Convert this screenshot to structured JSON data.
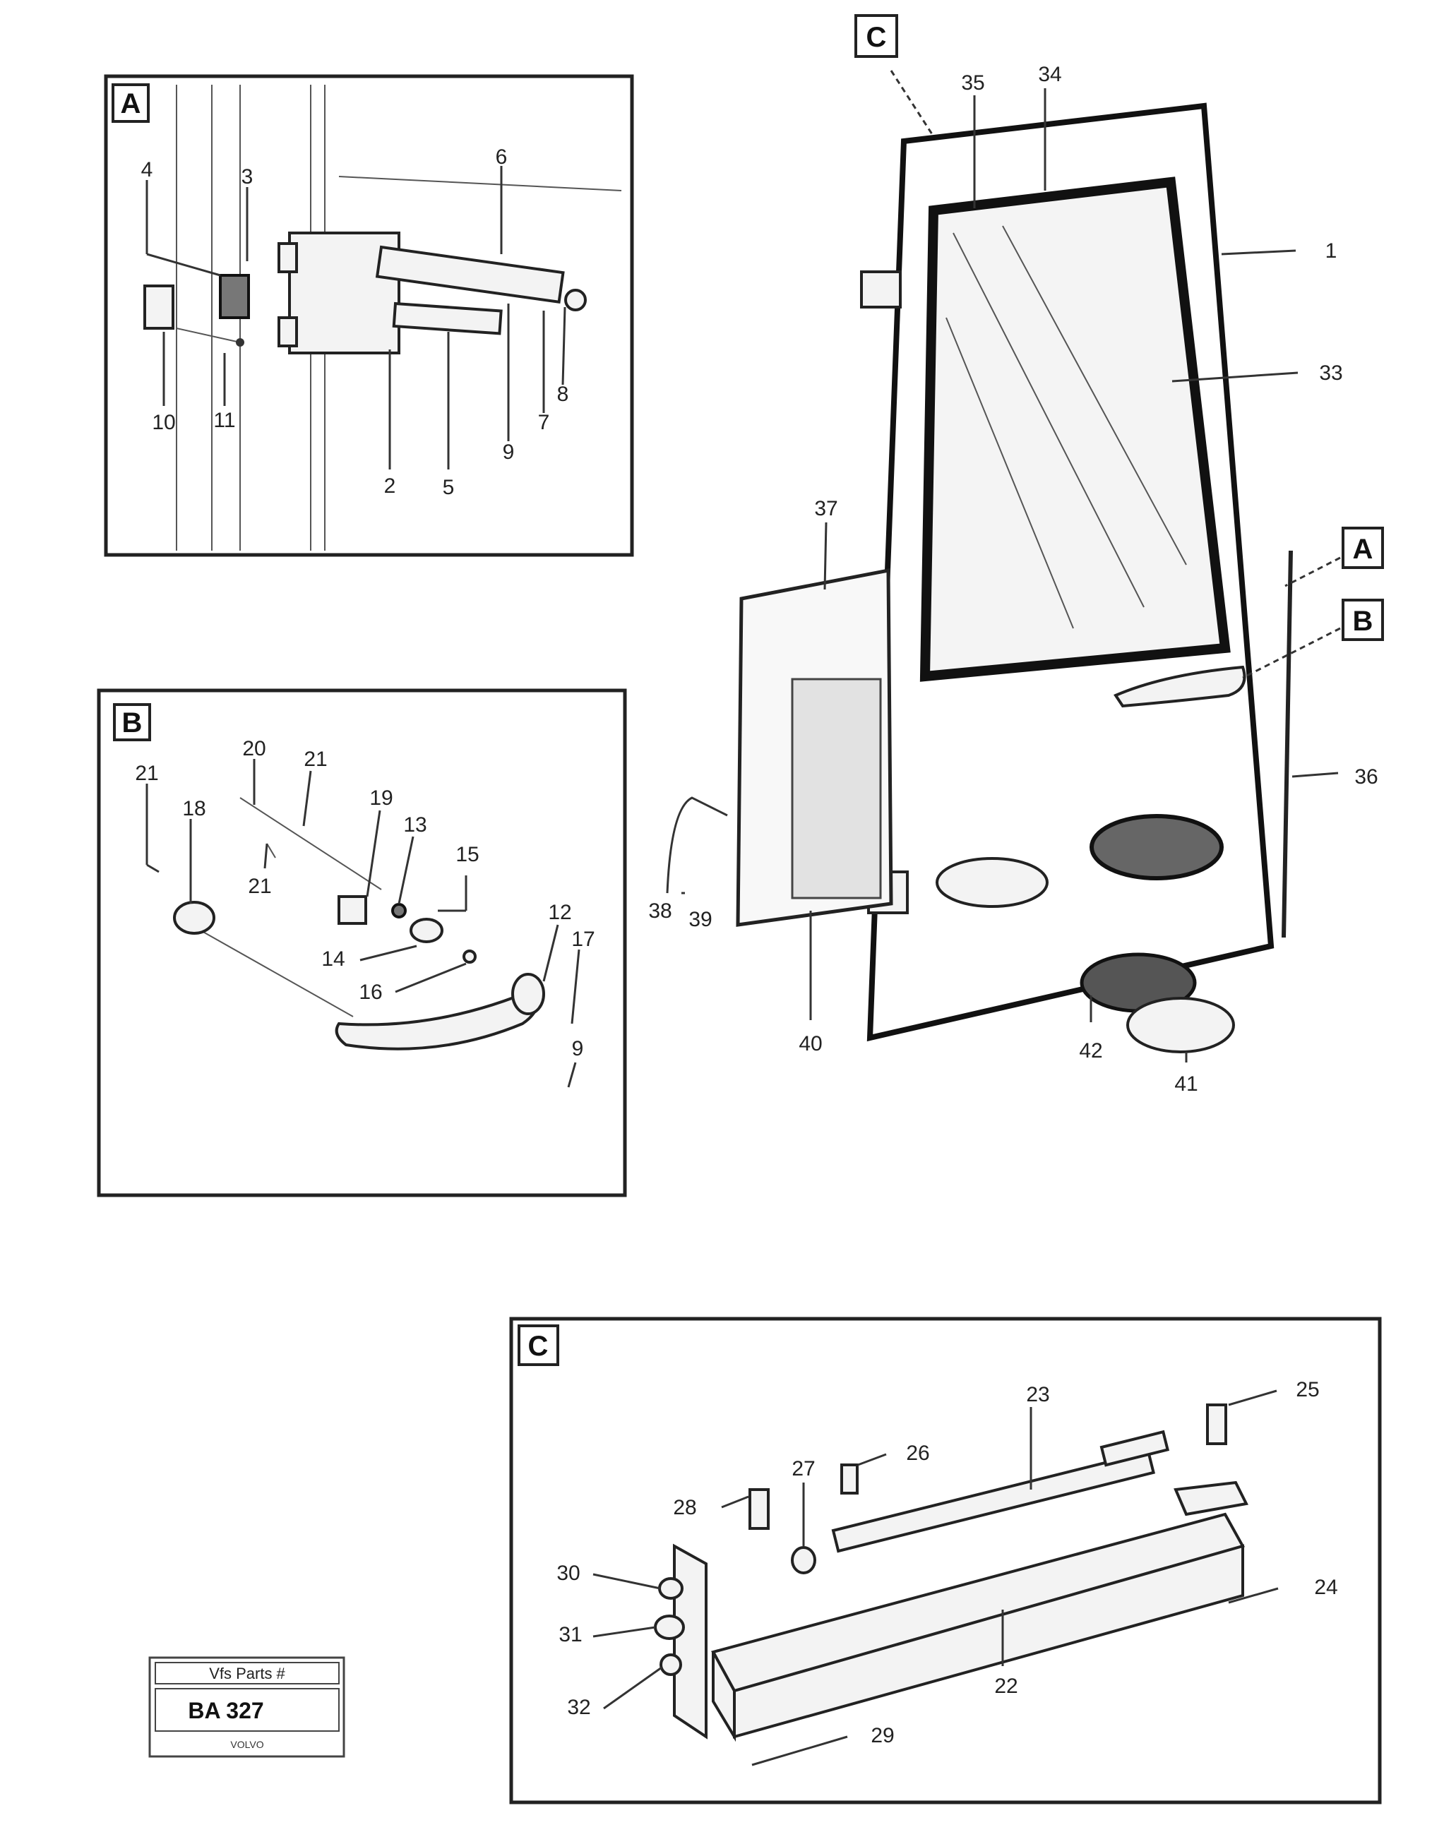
{
  "detail_tags": {
    "a": "A",
    "b": "B",
    "c": "C"
  },
  "stamp": {
    "title": "Vfs Parts #",
    "code": "BA 327",
    "sub": "VOLVO"
  },
  "callouts": {
    "main": [
      "35",
      "34",
      "1",
      "33",
      "37",
      "36",
      "38",
      "39",
      "40",
      "42",
      "41"
    ],
    "a": [
      "4",
      "3",
      "6",
      "10",
      "11",
      "2",
      "5",
      "9",
      "7",
      "8"
    ],
    "b": [
      "20",
      "21",
      "21",
      "18",
      "19",
      "13",
      "15",
      "21",
      "12",
      "17",
      "14",
      "16",
      "9"
    ],
    "c": [
      "23",
      "25",
      "28",
      "27",
      "26",
      "30",
      "31",
      "32",
      "24",
      "22",
      "29"
    ]
  }
}
